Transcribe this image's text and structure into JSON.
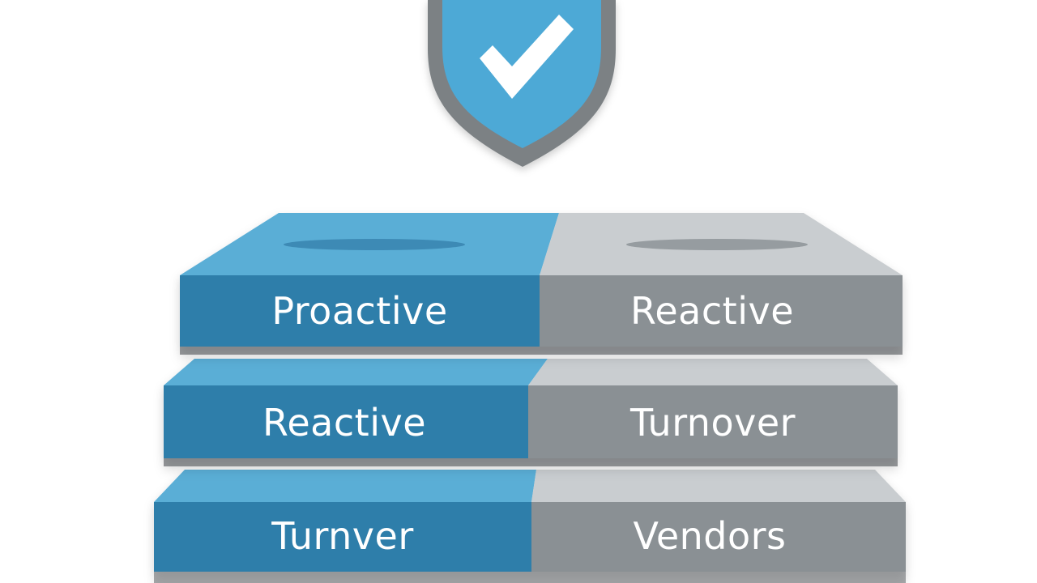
{
  "diagram": {
    "icon": "shield-check-icon",
    "colors": {
      "blue_top": "#5aaed6",
      "blue_front": "#2f7eaa",
      "blue_front_dark": "#2a6f96",
      "gray_top": "#c9cdd0",
      "gray_front": "#8a9094",
      "shield_fill": "#4ea9d6",
      "shield_border": "#7b8184"
    },
    "layers": [
      {
        "left": "Proactive",
        "right": "Reactive"
      },
      {
        "left": "Reactive",
        "right": "Turnover"
      },
      {
        "left": "Turnver",
        "right": "Vendors"
      }
    ]
  }
}
